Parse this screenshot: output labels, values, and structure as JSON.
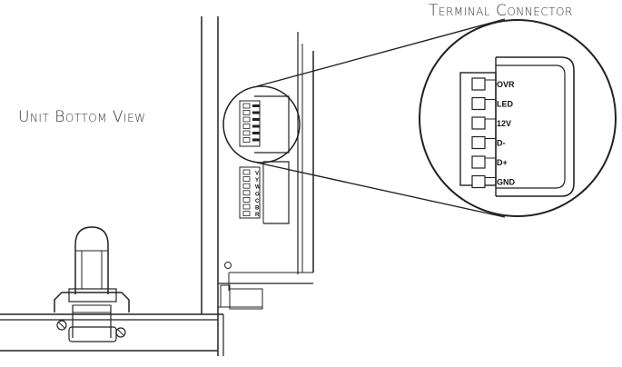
{
  "labels": {
    "terminal_connector": "Terminal Connector",
    "unit_bottom_view": "Unit Bottom View"
  },
  "terminal_pins": [
    "OVR",
    "LED",
    "12V",
    "D-",
    "D+",
    "GND"
  ],
  "lower_block_pins": [
    "V",
    "Y",
    "W",
    "G",
    "C",
    "B",
    "R"
  ],
  "colors": {
    "line": "#222222",
    "caption": "#333333"
  }
}
